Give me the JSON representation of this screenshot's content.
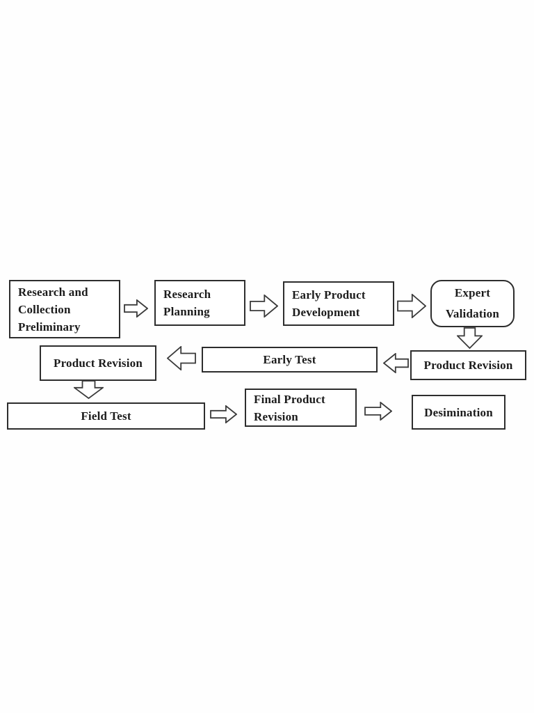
{
  "diagram": {
    "type": "flowchart",
    "description": "Research and development process flow diagram with outlined block arrows",
    "colors": {
      "background": "#ffffff",
      "node_fill": "#ffffff",
      "node_border": "#2d2d2d",
      "text": "#1b1b1b",
      "arrow_outline": "#3a3a3a",
      "arrow_fill": "#ffffff"
    },
    "nodes": {
      "n1": {
        "lines": [
          "Research and",
          "Collection",
          "Preliminary"
        ],
        "shape": "rectangle"
      },
      "n2": {
        "lines": [
          "Research",
          "Planning"
        ],
        "shape": "rectangle"
      },
      "n3": {
        "lines": [
          "Early Product",
          "Development"
        ],
        "shape": "rectangle"
      },
      "n4": {
        "lines": [
          "Expert",
          "Validation"
        ],
        "shape": "rounded-rectangle"
      },
      "n5": {
        "label": "Product Revision",
        "shape": "rectangle"
      },
      "n6": {
        "label": "Early Test",
        "shape": "rectangle"
      },
      "n7": {
        "label": "Product Revision",
        "shape": "rectangle"
      },
      "n8": {
        "label": "Field Test",
        "shape": "rectangle"
      },
      "n9": {
        "lines": [
          "Final Product",
          "Revision"
        ],
        "shape": "rectangle"
      },
      "n10": {
        "label": "Desimination",
        "shape": "rectangle"
      }
    },
    "edges": [
      {
        "from": "n1",
        "to": "n2",
        "direction": "right"
      },
      {
        "from": "n2",
        "to": "n3",
        "direction": "right"
      },
      {
        "from": "n3",
        "to": "n4",
        "direction": "right"
      },
      {
        "from": "n4",
        "to": "n7",
        "direction": "down"
      },
      {
        "from": "n7",
        "to": "n6",
        "direction": "left"
      },
      {
        "from": "n6",
        "to": "n5",
        "direction": "left"
      },
      {
        "from": "n5",
        "to": "n8",
        "direction": "down"
      },
      {
        "from": "n8",
        "to": "n9",
        "direction": "right"
      },
      {
        "from": "n9",
        "to": "n10",
        "direction": "right"
      }
    ]
  }
}
